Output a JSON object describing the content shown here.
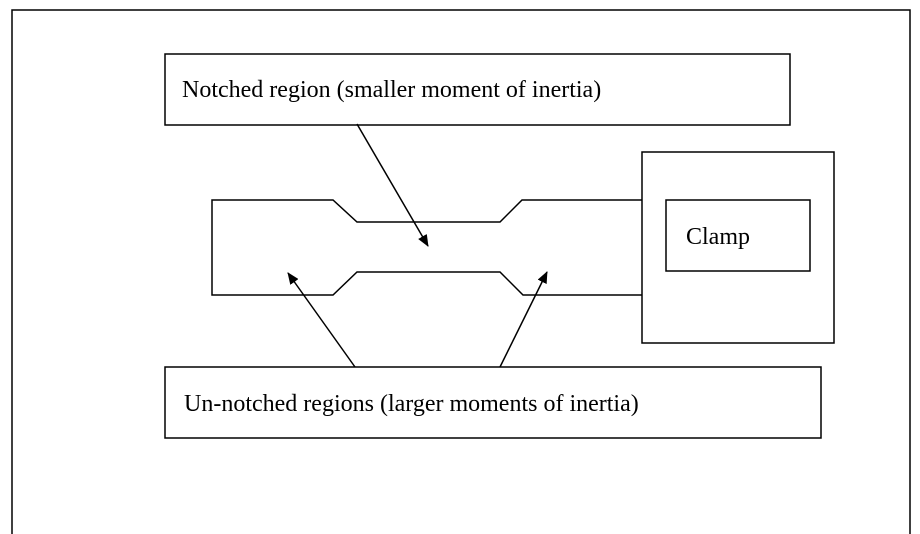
{
  "diagram": {
    "labels": {
      "notched": "Notched region (smaller moment of inertia)",
      "unnotched": "Un-notched regions (larger moments of inertia)",
      "clamp": "Clamp"
    },
    "colors": {
      "stroke": "#000000",
      "background": "#ffffff",
      "text": "#000000"
    }
  }
}
